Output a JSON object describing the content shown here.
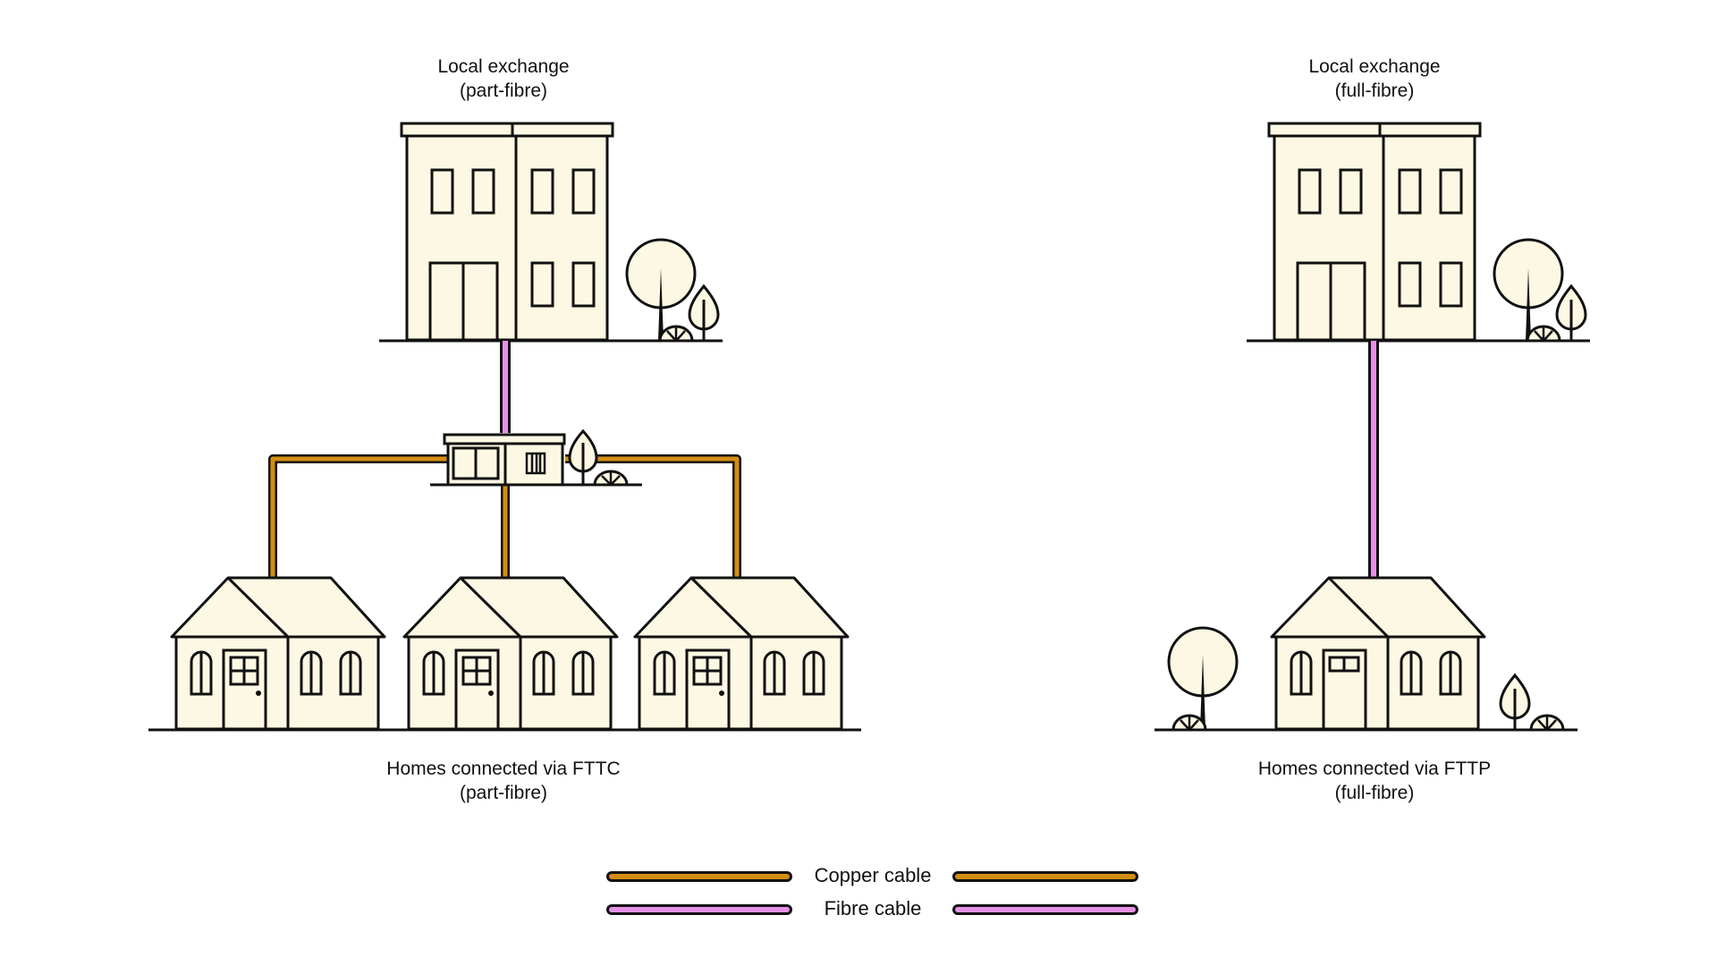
{
  "captions": {
    "left_exchange": {
      "line1": "Local exchange",
      "line2": "(part-fibre)"
    },
    "right_exchange": {
      "line1": "Local exchange",
      "line2": "(full-fibre)"
    },
    "left_homes": {
      "line1": "Homes connected via FTTC",
      "line2": "(part-fibre)"
    },
    "right_homes": {
      "line1": "Homes connected via FTTP",
      "line2": "(full-fibre)"
    }
  },
  "legend": {
    "copper": {
      "label": "Copper cable",
      "color": "#d48d14"
    },
    "fibre": {
      "label": "Fibre cable",
      "color": "#e691e6"
    }
  },
  "colors": {
    "fill": "#fdf8e3",
    "outline": "#111111",
    "background": "#ffffff"
  }
}
